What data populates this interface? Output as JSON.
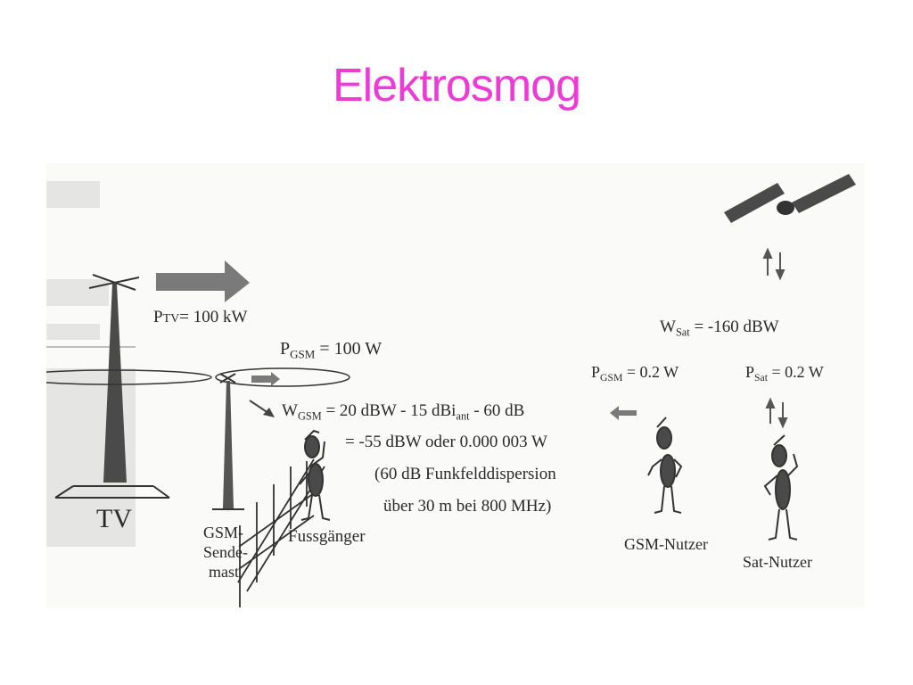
{
  "title": "Elektrosmog",
  "colors": {
    "title": "#ee3ad6",
    "ink": "#2a2a2a",
    "arrow": "#7a7a7a",
    "bleed": "#c9c9c9"
  },
  "labels": {
    "tv": "TV",
    "p_tv_main": "P",
    "p_tv_sub": "TV",
    "p_tv_value": "= 100 kW",
    "p_gsm_main": "P",
    "p_gsm_sub": "GSM",
    "p_gsm_value": " = 100 W",
    "mast_1": "GSM-",
    "mast_2": "Sende-",
    "mast_3": "mast",
    "pedestrian": "Fussgänger",
    "w_gsm_main": "W",
    "w_gsm_sub": "GSM",
    "w_gsm_expr_1": " = 20 dBW - 15 dBi",
    "w_gsm_sub_ant": "ant",
    "w_gsm_expr_2": " - 60 dB",
    "w_gsm_result": "= -55 dBW oder 0.000 003 W",
    "dispersion_1": "(60 dB Funkfelddispersion",
    "dispersion_2": "über 30 m bei 800 MHz)",
    "w_sat_main": "W",
    "w_sat_sub": "Sat",
    "w_sat_value": " = -160 dBW",
    "p_gsm_user_main": "P",
    "p_gsm_user_sub": "GSM",
    "p_gsm_user_value": " = 0.2 W",
    "p_sat_main": "P",
    "p_sat_sub": "Sat",
    "p_sat_value": " = 0.2 W",
    "gsm_user": "GSM-Nutzer",
    "sat_user": "Sat-Nutzer"
  }
}
